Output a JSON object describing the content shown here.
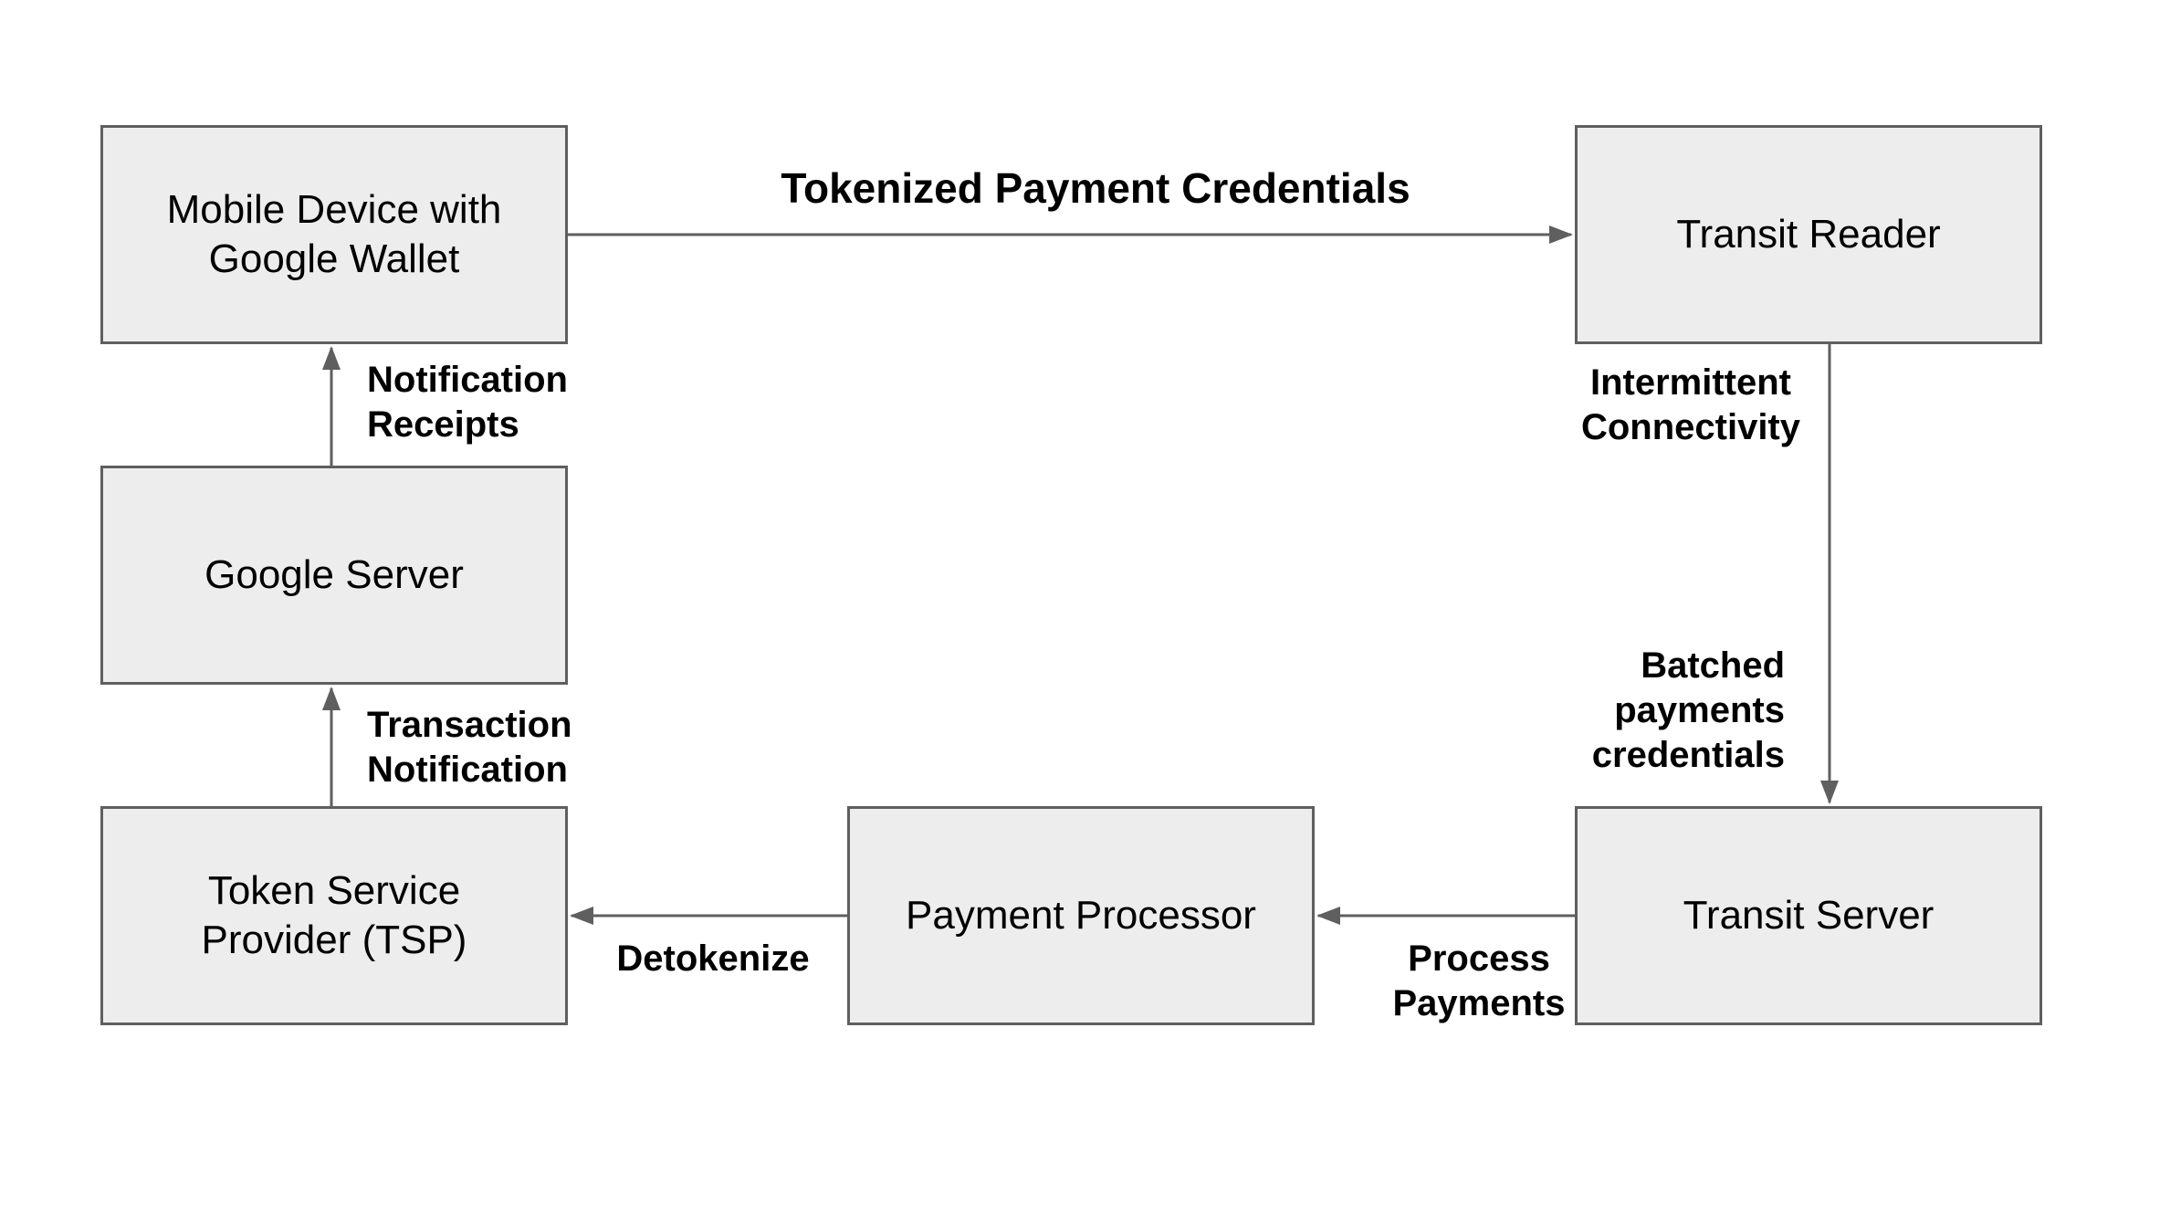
{
  "diagram": {
    "type": "flowchart",
    "background_color": "#ffffff",
    "node_fill_color": "#ededed",
    "node_border_color": "#5f5f5f",
    "arrow_color": "#5f5f5f",
    "text_color": "#000000",
    "nodes": {
      "mobile_device": {
        "label": "Mobile Device with\nGoogle Wallet"
      },
      "transit_reader": {
        "label": "Transit Reader"
      },
      "google_server": {
        "label": "Google Server"
      },
      "tsp": {
        "label": "Token Service\nProvider (TSP)"
      },
      "payment_processor": {
        "label": "Payment Processor"
      },
      "transit_server": {
        "label": "Transit Server"
      }
    },
    "edges": [
      {
        "from": "mobile_device",
        "to": "transit_reader",
        "direction": "right",
        "labels": [
          "Tokenized Payment Credentials"
        ]
      },
      {
        "from": "transit_reader",
        "to": "transit_server",
        "direction": "down",
        "labels": [
          "Intermittent\nConnectivity",
          "Batched\npayments\ncredentials"
        ]
      },
      {
        "from": "transit_server",
        "to": "payment_processor",
        "direction": "left",
        "labels": [
          "Process\nPayments"
        ]
      },
      {
        "from": "payment_processor",
        "to": "tsp",
        "direction": "left",
        "labels": [
          "Detokenize"
        ]
      },
      {
        "from": "tsp",
        "to": "google_server",
        "direction": "up",
        "labels": [
          "Transaction\nNotification"
        ]
      },
      {
        "from": "google_server",
        "to": "mobile_device",
        "direction": "up",
        "labels": [
          "Notification\nReceipts"
        ]
      }
    ]
  }
}
